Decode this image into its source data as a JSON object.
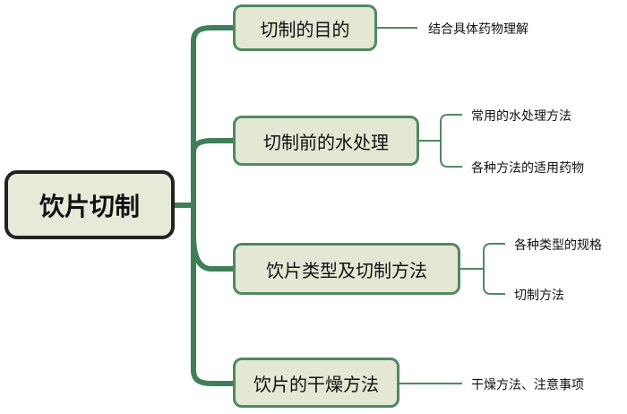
{
  "root": {
    "label": "饮片切制"
  },
  "branches": [
    {
      "label": "切制的目的",
      "children": [
        "结合具体药物理解"
      ]
    },
    {
      "label": "切制前的水处理",
      "children": [
        "常用的水处理方法",
        "各种方法的适用药物"
      ]
    },
    {
      "label": "饮片类型及切制方法",
      "children": [
        "各种类型的规格",
        "切制方法"
      ]
    },
    {
      "label": "饮片的干燥方法",
      "children": [
        "干燥方法、注意事项"
      ]
    }
  ],
  "colors": {
    "connector": "#3e7f59",
    "leaf_connector": "#4f8a60",
    "node_fill": "#e3e7d3",
    "root_fill": "#e8ead9",
    "root_border": "#222222"
  }
}
